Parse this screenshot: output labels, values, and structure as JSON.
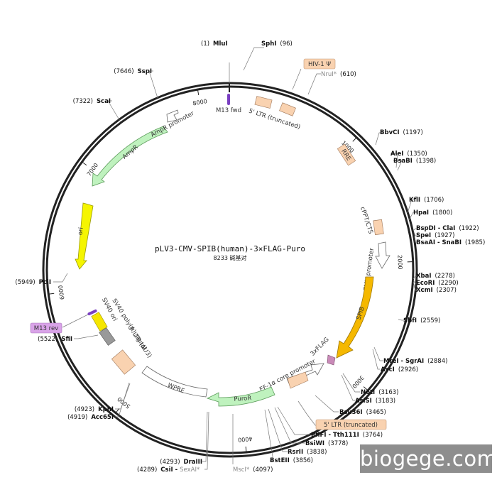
{
  "plasmid": {
    "name": "pLV3-CMV-SPIB(human)-3×FLAG-Puro",
    "size_label": "8233 碱基对",
    "total_bp": 8233
  },
  "watermark": "biogege.com",
  "ticks": [
    {
      "bp": 1000,
      "label": "1000"
    },
    {
      "bp": 2000,
      "label": "2000"
    },
    {
      "bp": 3000,
      "label": "3000"
    },
    {
      "bp": 4000,
      "label": "4000"
    },
    {
      "bp": 5000,
      "label": "5000"
    },
    {
      "bp": 6000,
      "label": "6000"
    },
    {
      "bp": 7000,
      "label": "7000"
    },
    {
      "bp": 8000,
      "label": "8000"
    }
  ],
  "features": [
    {
      "id": "m13fwd",
      "label": "M13 fwd",
      "type": "primer",
      "color": "#7a3fc2"
    },
    {
      "id": "ltr5",
      "label": "5' LTR (truncated)",
      "type": "box",
      "color": "#f9d2b0"
    },
    {
      "id": "rre",
      "label": "RRE",
      "type": "box",
      "color": "#f9d2b0"
    },
    {
      "id": "cppt",
      "label": "cPPT/CTS",
      "type": "box",
      "color": "#f9d2b0"
    },
    {
      "id": "cmv",
      "label": "CMV promoter",
      "type": "arrow",
      "color": "#ffffff"
    },
    {
      "id": "spib",
      "label": "SPIB",
      "type": "arrow",
      "color": "#f5b800"
    },
    {
      "id": "flag",
      "label": "3xFLAG",
      "type": "box",
      "color": "#c98ab8"
    },
    {
      "id": "ef1a",
      "label": "EF-1α core promoter",
      "type": "arrow",
      "color": "#ffffff"
    },
    {
      "id": "puror",
      "label": "PuroR",
      "type": "arrow",
      "color": "#bff2be"
    },
    {
      "id": "wpre",
      "label": "WPRE",
      "type": "box",
      "color": "#ffffff"
    },
    {
      "id": "ltr3",
      "label": "3' LTR (ΔU3)",
      "type": "box",
      "color": "#f9d2b0"
    },
    {
      "id": "sv40pa",
      "label": "SV40 poly(A) signal",
      "type": "box",
      "color": "#999999"
    },
    {
      "id": "sv40ori",
      "label": "SV40 ori",
      "type": "box",
      "color": "#f5e600"
    },
    {
      "id": "m13rev",
      "label": "M13 rev",
      "type": "primer",
      "color": "#7a3fc2"
    },
    {
      "id": "ori",
      "label": "ori",
      "type": "arrow",
      "color": "#f5f500"
    },
    {
      "id": "ampr",
      "label": "AmpR",
      "type": "arrow",
      "color": "#bff2be"
    },
    {
      "id": "amprp",
      "label": "AmpR promoter",
      "type": "arrow",
      "color": "#ffffff"
    }
  ],
  "feature_tags": [
    {
      "id": "hiv1",
      "label": "HIV-1 Ψ",
      "color": "#f9d2b0"
    },
    {
      "id": "ltr5t",
      "label": "5' LTR (truncated)",
      "color": "#f9d2b0"
    },
    {
      "id": "m13rev_tag",
      "label": "M13 rev",
      "color": "#d9a3e8"
    }
  ],
  "sites": [
    {
      "id": "mlui",
      "name": "MluI",
      "pos": "(1)",
      "grey": false
    },
    {
      "id": "sphi",
      "name": "SphI",
      "pos": "(96)",
      "grey": false
    },
    {
      "id": "nrui",
      "name": "NruI*",
      "pos": "(610)",
      "grey": true
    },
    {
      "id": "bbvci",
      "name": "BbvCI",
      "pos": "(1197)",
      "grey": false
    },
    {
      "id": "alei",
      "name": "AleI",
      "pos": "(1350)",
      "grey": false
    },
    {
      "id": "bsabi",
      "name": "BsaBI",
      "pos": "(1398)",
      "grey": false
    },
    {
      "id": "kfli",
      "name": "KflI",
      "pos": "(1706)",
      "grey": false
    },
    {
      "id": "hpai",
      "name": "HpaI",
      "pos": "(1800)",
      "grey": false
    },
    {
      "id": "bspdi",
      "name": "BspDI - ClaI",
      "pos": "(1922)",
      "grey": false
    },
    {
      "id": "spei",
      "name": "SpeI",
      "pos": "(1927)",
      "grey": false
    },
    {
      "id": "bsaai",
      "name": "BsaAI - SnaBI",
      "pos": "(1985)",
      "grey": false
    },
    {
      "id": "xbai",
      "name": "XbaI",
      "pos": "(2278)",
      "grey": false
    },
    {
      "id": "ecori",
      "name": "EcoRI",
      "pos": "(2290)",
      "grey": false
    },
    {
      "id": "xcmi",
      "name": "XcmI",
      "pos": "(2307)",
      "grey": false
    },
    {
      "id": "sbfi",
      "name": "SbfI",
      "pos": "(2559)",
      "grey": false
    },
    {
      "id": "mrei",
      "name": "MreI - SgrAI",
      "pos": "(2884)",
      "grey": false
    },
    {
      "id": "asci",
      "name": "AscI",
      "pos": "(2926)",
      "grey": false
    },
    {
      "id": "noti",
      "name": "NotI",
      "pos": "(3163)",
      "grey": false
    },
    {
      "id": "asisi",
      "name": "AsiSI",
      "pos": "(3183)",
      "grey": false
    },
    {
      "id": "bsu36i",
      "name": "Bsu36I",
      "pos": "(3465)",
      "grey": false
    },
    {
      "id": "pflfi",
      "name": "PflFI - Tth111I",
      "pos": "(3764)",
      "grey": false
    },
    {
      "id": "bsiwi",
      "name": "BsiWI",
      "pos": "(3778)",
      "grey": false
    },
    {
      "id": "rsrii",
      "name": "RsrII",
      "pos": "(3838)",
      "grey": false
    },
    {
      "id": "bsteii",
      "name": "BstEII",
      "pos": "(3856)",
      "grey": false
    },
    {
      "id": "msci",
      "name": "MscI*",
      "pos": "(4097)",
      "grey": true
    },
    {
      "id": "draiii",
      "name": "DraIII",
      "pos": "(4293)",
      "grey": false
    },
    {
      "id": "csii",
      "name": "CsiI -",
      "pos": "(4289)",
      "grey": false
    },
    {
      "id": "sexai",
      "name": "SexAI*",
      "pos": "",
      "grey": true
    },
    {
      "id": "kpni",
      "name": "KpnI",
      "pos": "(4923)",
      "grey": false
    },
    {
      "id": "acc65i",
      "name": "Acc65I",
      "pos": "(4919)",
      "grey": false
    },
    {
      "id": "sfii",
      "name": "SfiI",
      "pos": "(5522)",
      "grey": false
    },
    {
      "id": "pcii",
      "name": "PciI",
      "pos": "(5949)",
      "grey": false
    },
    {
      "id": "scai",
      "name": "ScaI",
      "pos": "(7322)",
      "grey": false
    },
    {
      "id": "sspi",
      "name": "SspI",
      "pos": "(7646)",
      "grey": false
    }
  ]
}
